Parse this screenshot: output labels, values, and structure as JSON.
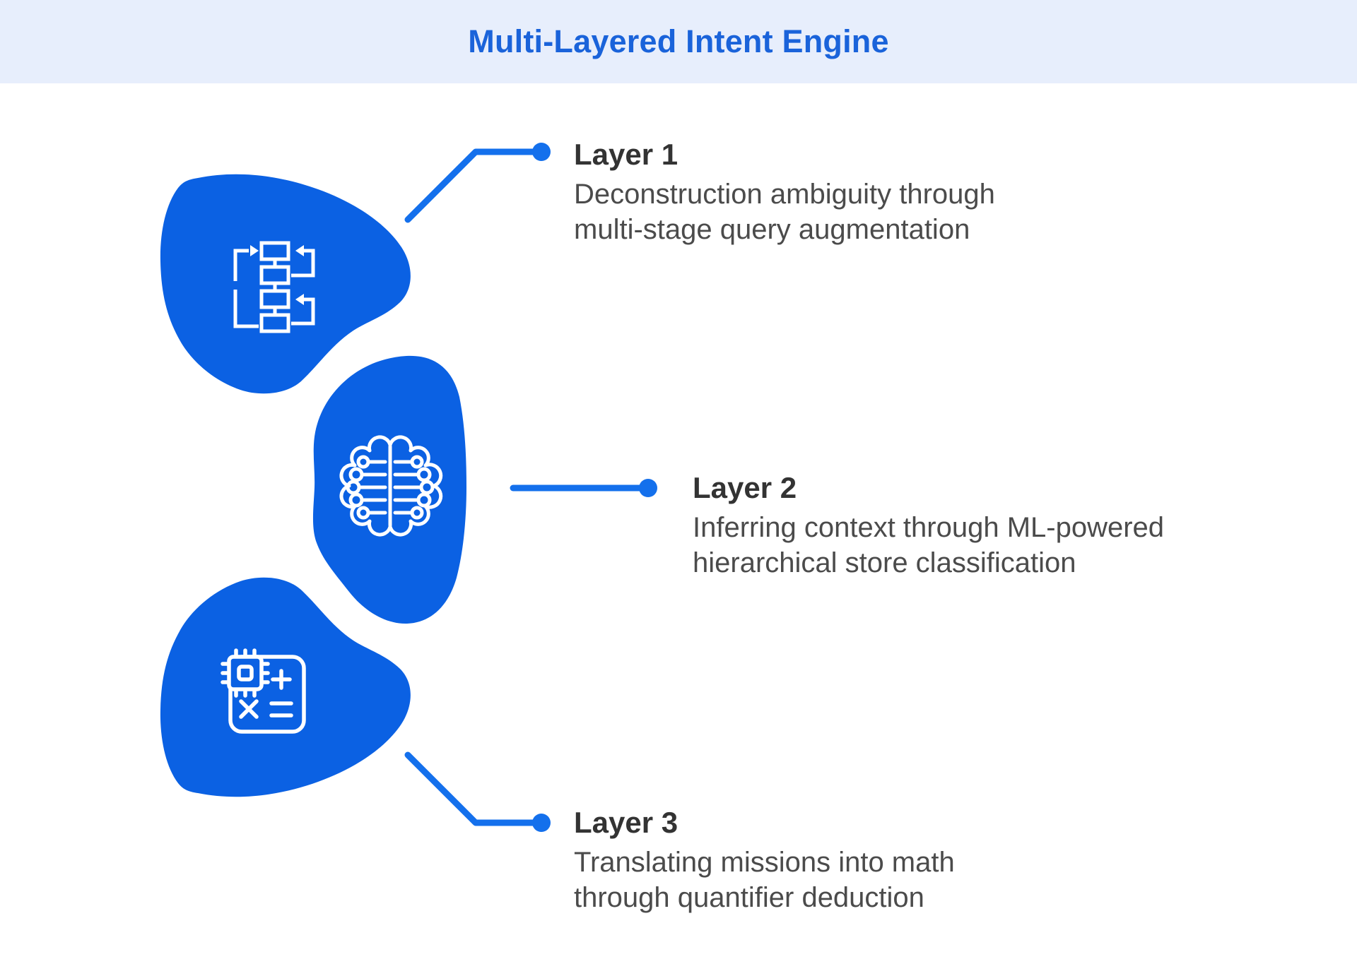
{
  "header": {
    "title": "Multi-Layered Intent Engine"
  },
  "colors": {
    "header_background": "#e7eefc",
    "header_text": "#1a63da",
    "segment_blue": "#0b61e3",
    "connector_blue": "#1470ec",
    "icon_stroke": "#ffffff",
    "heading_text": "#333333",
    "body_text": "#4b4b4b",
    "page_background": "#ffffff"
  },
  "layers": [
    {
      "title": "Layer 1",
      "desc_line1": "Deconstruction ambiguity through",
      "desc_line2": "multi-stage query augmentation",
      "icon": "flowchart-icon"
    },
    {
      "title": "Layer 2",
      "desc_line1": "Inferring context through ML-powered",
      "desc_line2": "hierarchical store classification",
      "icon": "ai-brain-icon"
    },
    {
      "title": "Layer 3",
      "desc_line1": "Translating missions into math",
      "desc_line2": "through quantifier deduction",
      "icon": "calculator-chip-icon"
    }
  ]
}
